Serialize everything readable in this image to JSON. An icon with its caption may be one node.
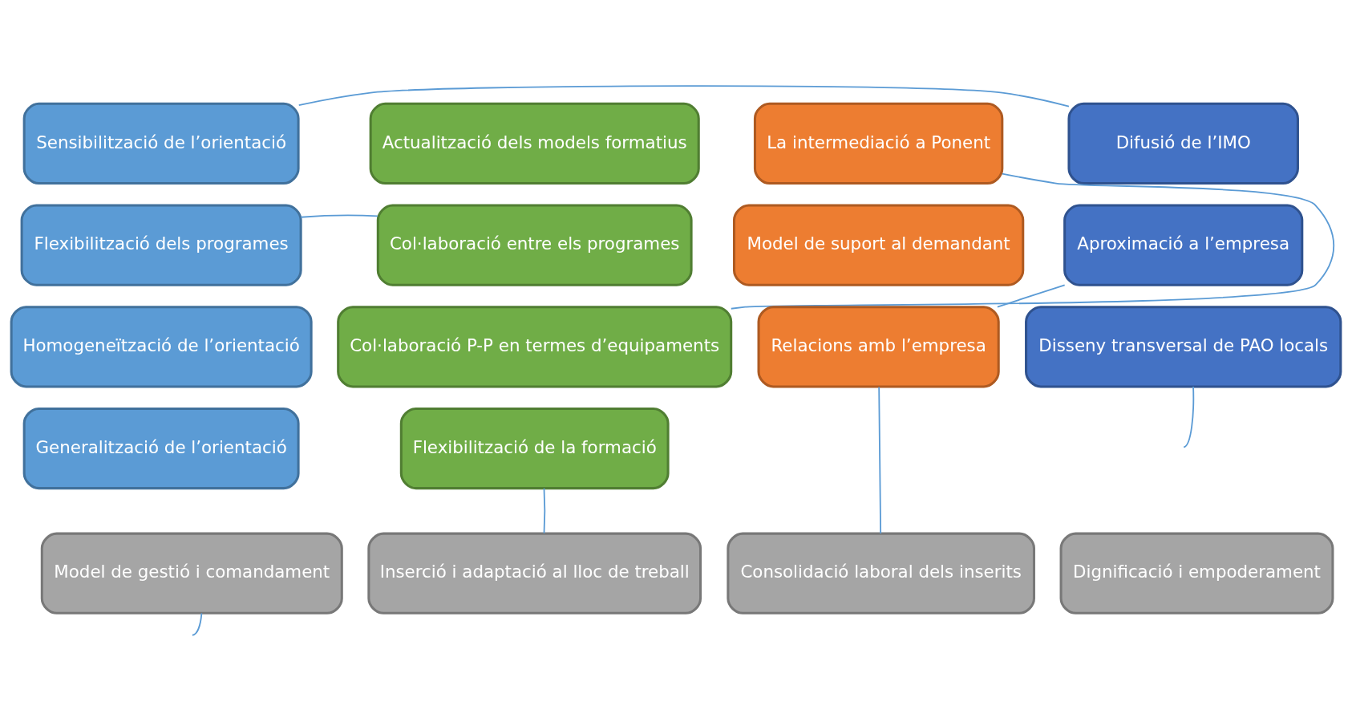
{
  "diagram": {
    "nodes": [
      {
        "text": [
          "Sensibilització de l’orientació"
        ]
      },
      {
        "text": [
          "Flexibilització dels programes"
        ]
      },
      {
        "text": [
          "Homogeneïtzació de l’orientació"
        ]
      },
      {
        "text": [
          "Generalització de l’orientació"
        ]
      },
      {
        "text": [
          "Actualització dels models formatius"
        ]
      },
      {
        "text": [
          "Col·laboració entre els programes"
        ]
      },
      {
        "text": [
          "Col·laboració P-P en termes d’equipaments"
        ]
      },
      {
        "text": [
          "Flexibilització de la formació"
        ]
      },
      {
        "text": [
          "La intermediació a Ponent"
        ]
      },
      {
        "text": [
          "Model de suport al demandant"
        ]
      },
      {
        "text": [
          "Relacions amb l’empresa"
        ]
      },
      {
        "text": [
          "Difusió de l’IMO"
        ]
      },
      {
        "text": [
          "Aproximació a l’empresa"
        ]
      },
      {
        "text": [
          "Disseny transversal de PAO locals"
        ]
      },
      {
        "text": [
          "Model de gestió i comandament"
        ]
      },
      {
        "text": [
          "Inserció i adaptació al lloc de treball"
        ]
      },
      {
        "text": [
          "Consolidació laboral dels inserits"
        ]
      },
      {
        "text": [
          "Dignificació i empoderament"
        ]
      }
    ],
    "edges": [
      {
        "from": 0,
        "to": 11,
        "arrow": "none"
      },
      {
        "from": 1,
        "to": 5,
        "arrow": "none"
      },
      {
        "from": 6,
        "to": 8,
        "arrow": "none"
      },
      {
        "from": 10,
        "to": 12,
        "arrow": "none"
      },
      {
        "from": 7,
        "to": 15,
        "arrow": "none"
      },
      {
        "from": 10,
        "to": 16,
        "arrow": "none"
      },
      {
        "from": 14,
        "to": null,
        "arrow": "none"
      },
      {
        "from": 13,
        "to": null,
        "arrow": "none"
      }
    ]
  }
}
